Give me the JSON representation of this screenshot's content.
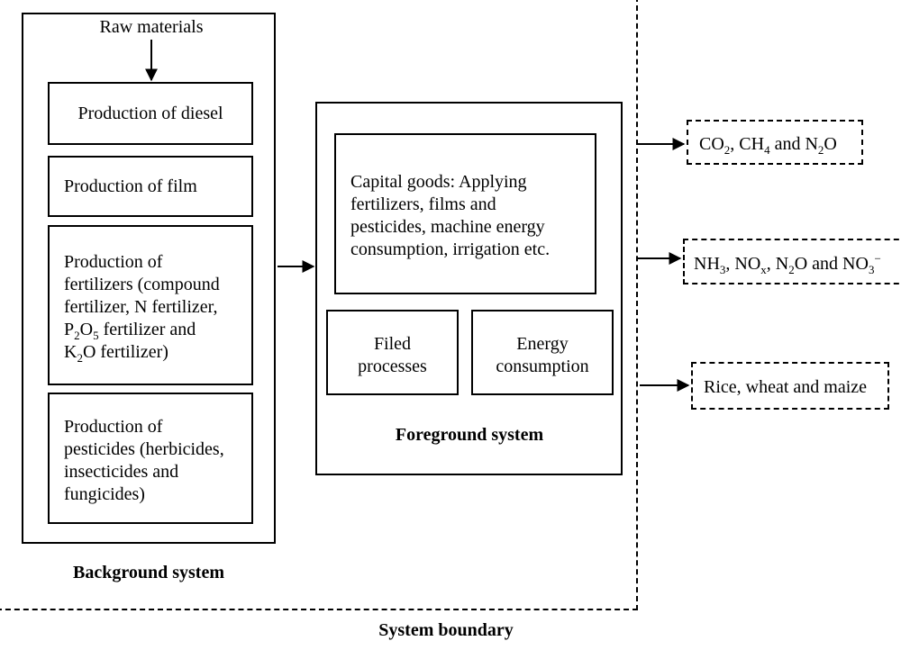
{
  "background": {
    "raw_materials": "Raw materials",
    "diesel": "Production of diesel",
    "film": "Production of film",
    "fertilizers": {
      "line1": "Production of",
      "line2": "fertilizers (compound",
      "line3": "fertilizer, N fertilizer,",
      "p_P": "P",
      "p_2": "2",
      "p_O": "O",
      "p_5": "5",
      "p_rest": " fertilizer and",
      "k_K": "K",
      "k_2": "2",
      "k_rest": "O fertilizer)"
    },
    "pesticides": {
      "line1": "Production of",
      "line2": "pesticides (herbicides,",
      "line3": "insecticides and",
      "line4": "fungicides)"
    },
    "label": "Background system"
  },
  "foreground": {
    "capital_goods": {
      "line1": "Capital goods: Applying",
      "line2": "fertilizers, films and",
      "line3": "pesticides, machine energy",
      "line4": "consumption, irrigation etc."
    },
    "filed": {
      "line1": "Filed",
      "line2": "processes"
    },
    "energy": {
      "line1": "Energy",
      "line2": "consumption"
    },
    "label": "Foreground system"
  },
  "boundary_label": "System boundary",
  "outputs": {
    "ghg": {
      "co": "CO",
      "co_sub": "2",
      "ch": ", CH",
      "ch_sub": "4",
      "n": " and N",
      "n_sub": "2",
      "o": "O"
    },
    "reactive": {
      "nh": "NH",
      "nh_sub": "3",
      "no": ", NO",
      "no_sub": "x",
      "n2o_n": ", N",
      "n2o_sub": "2",
      "n2o_o": "O and NO",
      "no3_sub": "3",
      "no3_sup": "−"
    },
    "crops": "Rice, wheat and maize"
  }
}
